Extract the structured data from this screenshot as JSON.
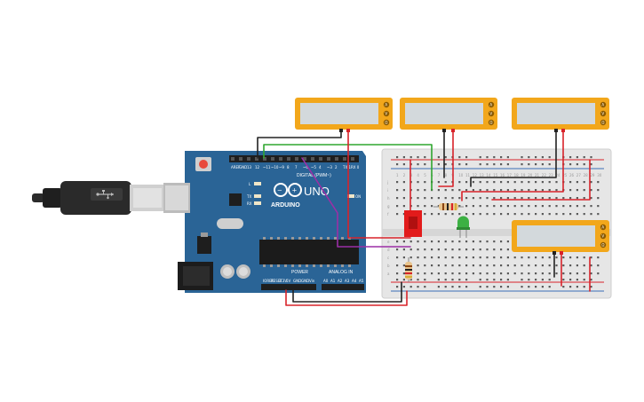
{
  "arduino": {
    "brand": "ARDUINO",
    "model": "UNO",
    "digital_header": "DIGITAL (PWM~)",
    "power_header": "POWER",
    "analog_header": "ANALOG IN",
    "on_label": "ON",
    "led_l": "L",
    "led_tx": "TX",
    "led_rx": "RX",
    "digital_pins": [
      "AREF",
      "GND",
      "13",
      "12",
      "~11",
      "~10",
      "~9",
      "8",
      "7",
      "~6",
      "~5",
      "4",
      "~3",
      "2",
      "TX 1",
      "RX 0"
    ],
    "power_pins": [
      "IOREF",
      "RESET",
      "3.3V",
      "5V",
      "GND",
      "GND",
      "Vin"
    ],
    "analog_pins": [
      "A0",
      "A1",
      "A2",
      "A3",
      "A4",
      "A5"
    ]
  },
  "breadboard": {
    "row_letters_top": [
      "j",
      "i",
      "h",
      "g",
      "f"
    ],
    "row_letters_bottom": [
      "e",
      "d",
      "c",
      "b",
      "a"
    ],
    "column_numbers": [
      1,
      2,
      3,
      4,
      5,
      6,
      7,
      8,
      9,
      10,
      11,
      12,
      13,
      14,
      15,
      16,
      17,
      18,
      19,
      20,
      21,
      22,
      23,
      24,
      25,
      26,
      27,
      28,
      29,
      30
    ]
  },
  "multimeters": [
    {
      "id": "meter-1",
      "buttons": [
        "A",
        "V",
        "Ω"
      ]
    },
    {
      "id": "meter-2",
      "buttons": [
        "A",
        "V",
        "Ω"
      ]
    },
    {
      "id": "meter-3",
      "buttons": [
        "A",
        "V",
        "Ω"
      ]
    },
    {
      "id": "meter-4",
      "buttons": [
        "A",
        "V",
        "Ω"
      ]
    }
  ],
  "colors": {
    "arduino_board": "#2a6496",
    "breadboard": "#e6e6e6",
    "meter_body": "#f2a71b",
    "meter_screen": "#d3d9dc",
    "wire_red": "#d8232a",
    "wire_black": "#222222",
    "wire_green": "#2fa62f",
    "wire_purple": "#9b2fa6",
    "switch_red": "#e21b1b",
    "led_green": "#3cb043"
  }
}
